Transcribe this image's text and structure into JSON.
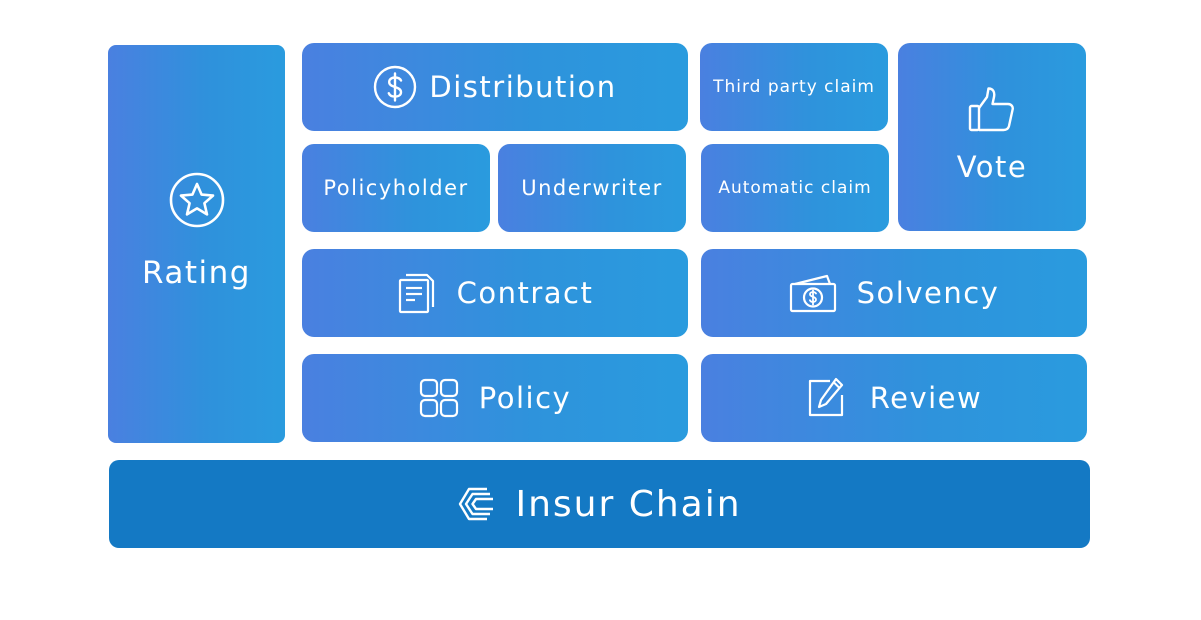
{
  "modules": {
    "rating": "Rating",
    "distribution": "Distribution",
    "third_party_claim": "Third party claim",
    "vote": "Vote",
    "policyholder": "Policyholder",
    "underwriter": "Underwriter",
    "automatic_claim": "Automatic claim",
    "contract": "Contract",
    "solvency": "Solvency",
    "policy": "Policy",
    "review": "Review"
  },
  "base": {
    "label": "Insur Chain"
  },
  "icons": {
    "rating": "star-icon",
    "distribution": "dollar-coin-icon",
    "vote": "thumbs-up-icon",
    "contract": "document-icon",
    "solvency": "money-bill-icon",
    "policy": "grid-icon",
    "review": "edit-icon",
    "base": "insur-chain-logo-icon"
  },
  "colors": {
    "tile_gradient_start": "#4a80e0",
    "tile_gradient_end": "#2a9bde",
    "base_bar": "#1479c4",
    "text": "#ffffff"
  }
}
